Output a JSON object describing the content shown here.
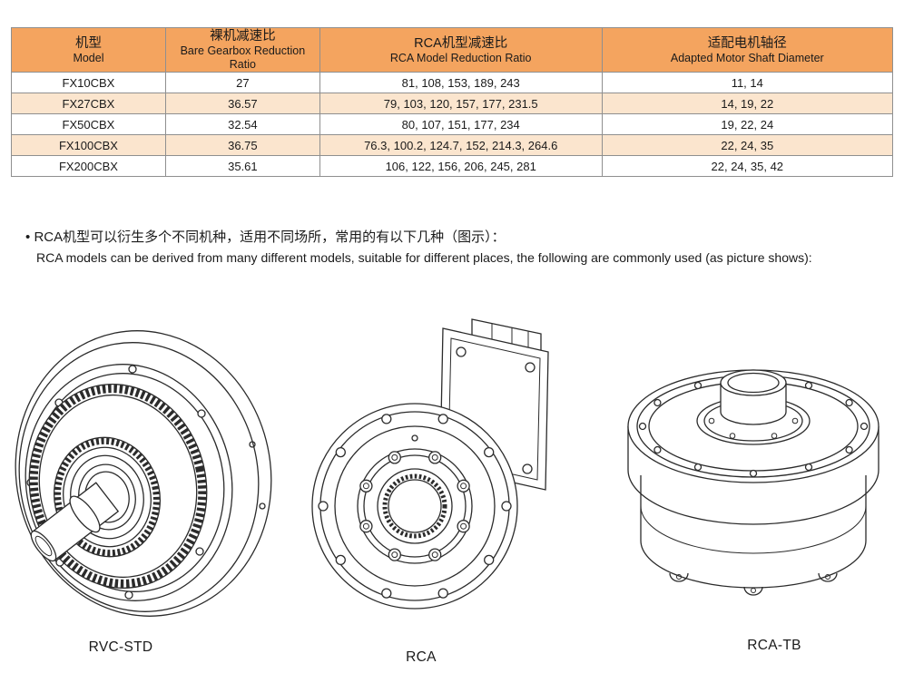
{
  "table": {
    "headers": [
      {
        "zh": "机型",
        "en": "Model"
      },
      {
        "zh": "裸机减速比",
        "en": "Bare Gearbox Reduction Ratio"
      },
      {
        "zh": "RCA机型减速比",
        "en": "RCA Model Reduction Ratio"
      },
      {
        "zh": "适配电机轴径",
        "en": "Adapted Motor Shaft Diameter"
      }
    ],
    "rows": [
      [
        "FX10CBX",
        "27",
        "81, 108, 153, 189, 243",
        "11, 14"
      ],
      [
        "FX27CBX",
        "36.57",
        "79, 103, 120, 157, 177, 231.5",
        "14, 19, 22"
      ],
      [
        "FX50CBX",
        "32.54",
        "80, 107, 151, 177, 234",
        "19, 22, 24"
      ],
      [
        "FX100CBX",
        "36.75",
        "76.3, 100.2, 124.7, 152, 214.3, 264.6",
        "22, 24, 35"
      ],
      [
        "FX200CBX",
        "35.61",
        "106, 122, 156, 206, 245, 281",
        "22, 24, 35, 42"
      ]
    ]
  },
  "note": {
    "bullet": "•",
    "zh": "RCA机型可以衍生多个不同机种，适用不同场所，常用的有以下几种（图示）：",
    "en": "RCA models can be derived from many different models, suitable for different places, the following are commonly used (as picture shows):"
  },
  "figures": [
    {
      "label": "RVC-STD"
    },
    {
      "label": "RCA"
    },
    {
      "label": "RCA-TB"
    }
  ],
  "colors": {
    "header_bg": "#F4A45F",
    "row_alt_bg": "#FBE5CE",
    "table_border": "#8F8F8F",
    "line_art": "#2B2B2B",
    "text": "#1A1A1A"
  }
}
